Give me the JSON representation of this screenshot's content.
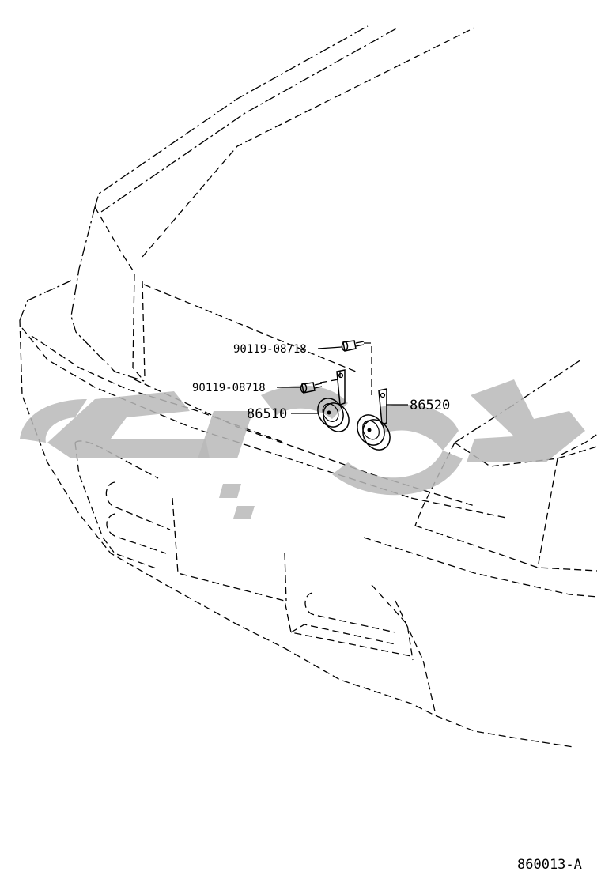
{
  "diagram": {
    "figure_code": "860013-A",
    "parts": [
      {
        "number": "90119-08718",
        "item": "bolt-upper"
      },
      {
        "number": "90119-08718",
        "item": "bolt-lower"
      },
      {
        "number": "86510",
        "item": "horn-left"
      },
      {
        "number": "86520",
        "item": "horn-right"
      }
    ]
  },
  "colors": {
    "line": "#000000",
    "watermark": "#b8b8b8",
    "background": "#ffffff"
  }
}
